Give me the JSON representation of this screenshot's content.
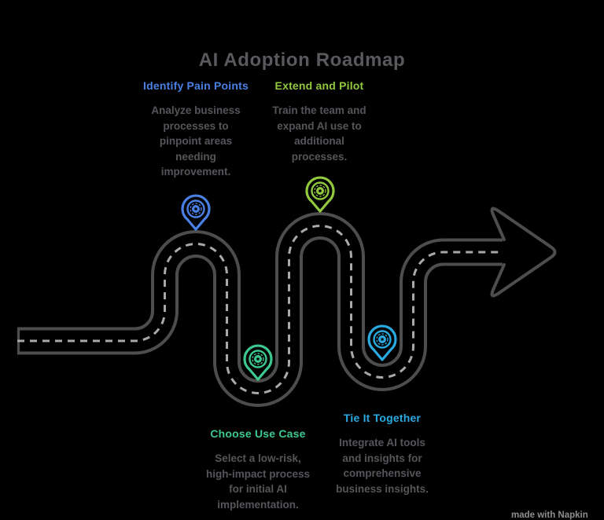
{
  "title": "AI Adoption Roadmap",
  "milestones": [
    {
      "label": "Identify Pain Points",
      "description": "Analyze business\nprocesses to\npinpoint areas\nneeding\nimprovement.",
      "color": "#4A80E4",
      "icon": "location-pin-icon"
    },
    {
      "label": "Extend and Pilot",
      "description": "Train the team and\nexpand AI use to\nadditional\nprocesses.",
      "color": "#92C83E",
      "icon": "location-pin-icon"
    },
    {
      "label": "Choose Use Case",
      "description": "Select a low-risk,\nhigh-impact process\nfor initial AI\nimplementation.",
      "color": "#3CC98F",
      "icon": "location-pin-icon"
    },
    {
      "label": "Tie It Together",
      "description": "Integrate AI tools\nand insights for\ncomprehensive\nbusiness insights.",
      "color": "#29ABE2",
      "icon": "location-pin-icon"
    }
  ],
  "road": {
    "stroke_color": "#4D4D4D",
    "dash_color": "#A9A9A9",
    "background": "#000000"
  },
  "watermark": "made with Napkin"
}
